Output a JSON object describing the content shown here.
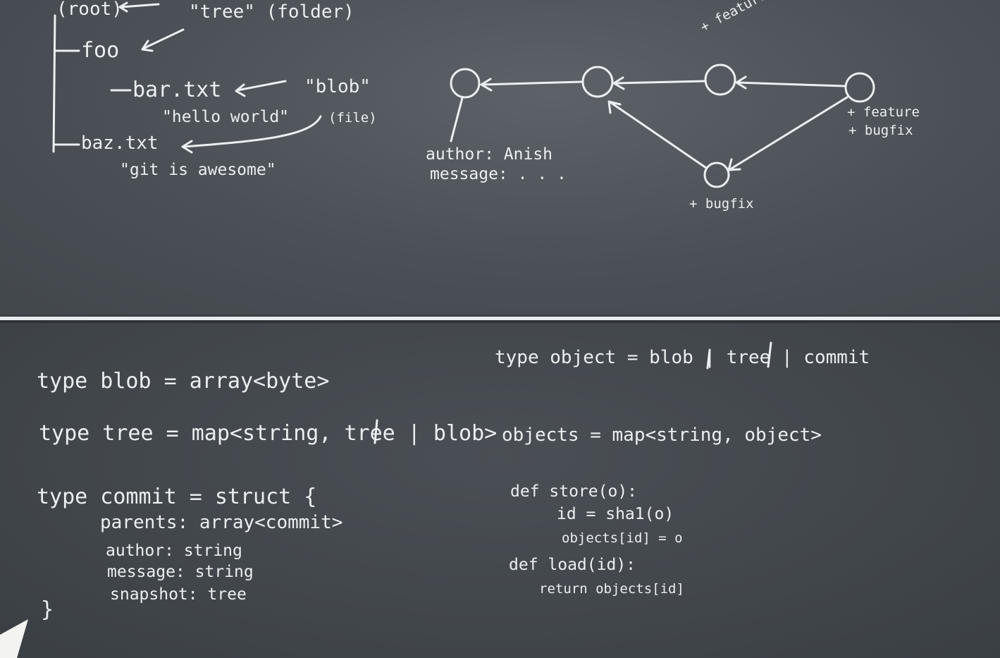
{
  "tree_diagram": {
    "root": "(root)",
    "tree_label": "\"tree\" (folder)",
    "foo": "foo",
    "bar_file": "bar.txt",
    "bar_content": "\"hello world\"",
    "blob_label": "\"blob\"",
    "file_label": "(file)",
    "baz_file": "baz.txt",
    "baz_content": "\"git is awesome\""
  },
  "commit_graph": {
    "author_label": "author: Anish",
    "message_label": "message: . . .",
    "feature_top": "+ feature",
    "feature_right": "+ feature",
    "bugfix_right": "+ bugfix",
    "bugfix_bottom": "+ bugfix"
  },
  "code_left": {
    "blob_type": "type blob = array<byte>",
    "tree_type": "type tree = map<string, tree | blob>",
    "commit_type": "type commit = struct {",
    "parents": "parents: array<commit>",
    "author": "author: string",
    "message": "message: string",
    "snapshot": "snapshot: tree",
    "close": "}"
  },
  "code_right": {
    "object_type": "type object = blob | tree | commit",
    "objects": "objects = map<string, object>",
    "store_def": "def store(o):",
    "store_id": "id = sha1(o)",
    "store_assign": "objects[id] = o",
    "load_def": "def load(id):",
    "load_return": "return objects[id]"
  }
}
